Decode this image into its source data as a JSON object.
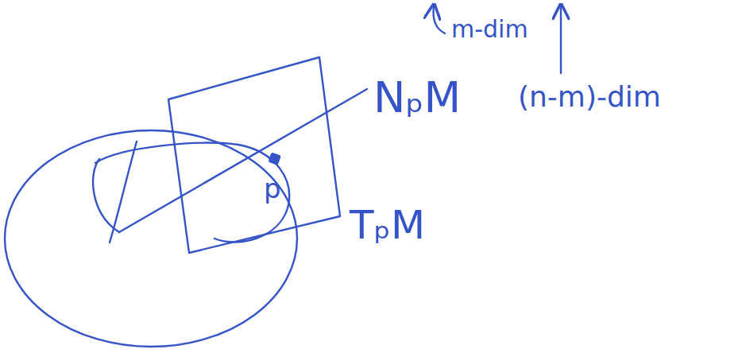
{
  "diagram": {
    "labels": [
      "m-dim",
      "(n-m)-dim",
      "NₚM",
      "p",
      "TₚM"
    ]
  }
}
